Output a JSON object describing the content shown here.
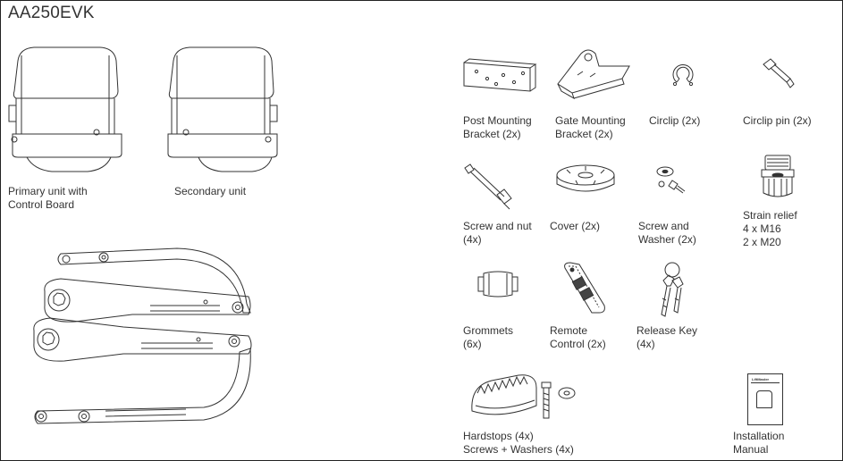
{
  "title": "AA250EVK",
  "units": {
    "primary": {
      "line1": "Primary unit with",
      "line2": "Control Board"
    },
    "secondary": {
      "line1": "Secondary unit"
    }
  },
  "parts": {
    "post_mounting_bracket": {
      "line1": "Post Mounting",
      "line2": "Bracket (2x)"
    },
    "gate_mounting_bracket": {
      "line1": "Gate Mounting",
      "line2": "Bracket (2x)"
    },
    "circlip": {
      "line1": "Circlip  (2x)"
    },
    "circlip_pin": {
      "line1": "Circlip pin (2x)"
    },
    "screw_and_nut": {
      "line1": "Screw and nut",
      "line2": "(4x)"
    },
    "cover": {
      "line1": "Cover (2x)"
    },
    "screw_and_washer": {
      "line1": "Screw and",
      "line2": "Washer (2x)"
    },
    "strain_relief": {
      "line1": "Strain relief",
      "line2": "4 x M16",
      "line3": "2 x M20"
    },
    "grommets": {
      "line1": "Grommets",
      "line2": "(6x)"
    },
    "remote_control": {
      "line1": "Remote",
      "line2": "Control (2x)"
    },
    "release_key": {
      "line1": "Release Key",
      "line2": "(4x)"
    },
    "hardstops": {
      "line1": "Hardstops (4x)",
      "line2": "Screws + Washers (4x)"
    },
    "installation_manual": {
      "line1": "Installation",
      "line2": "Manual",
      "cover_text": "LiftMaster"
    }
  }
}
